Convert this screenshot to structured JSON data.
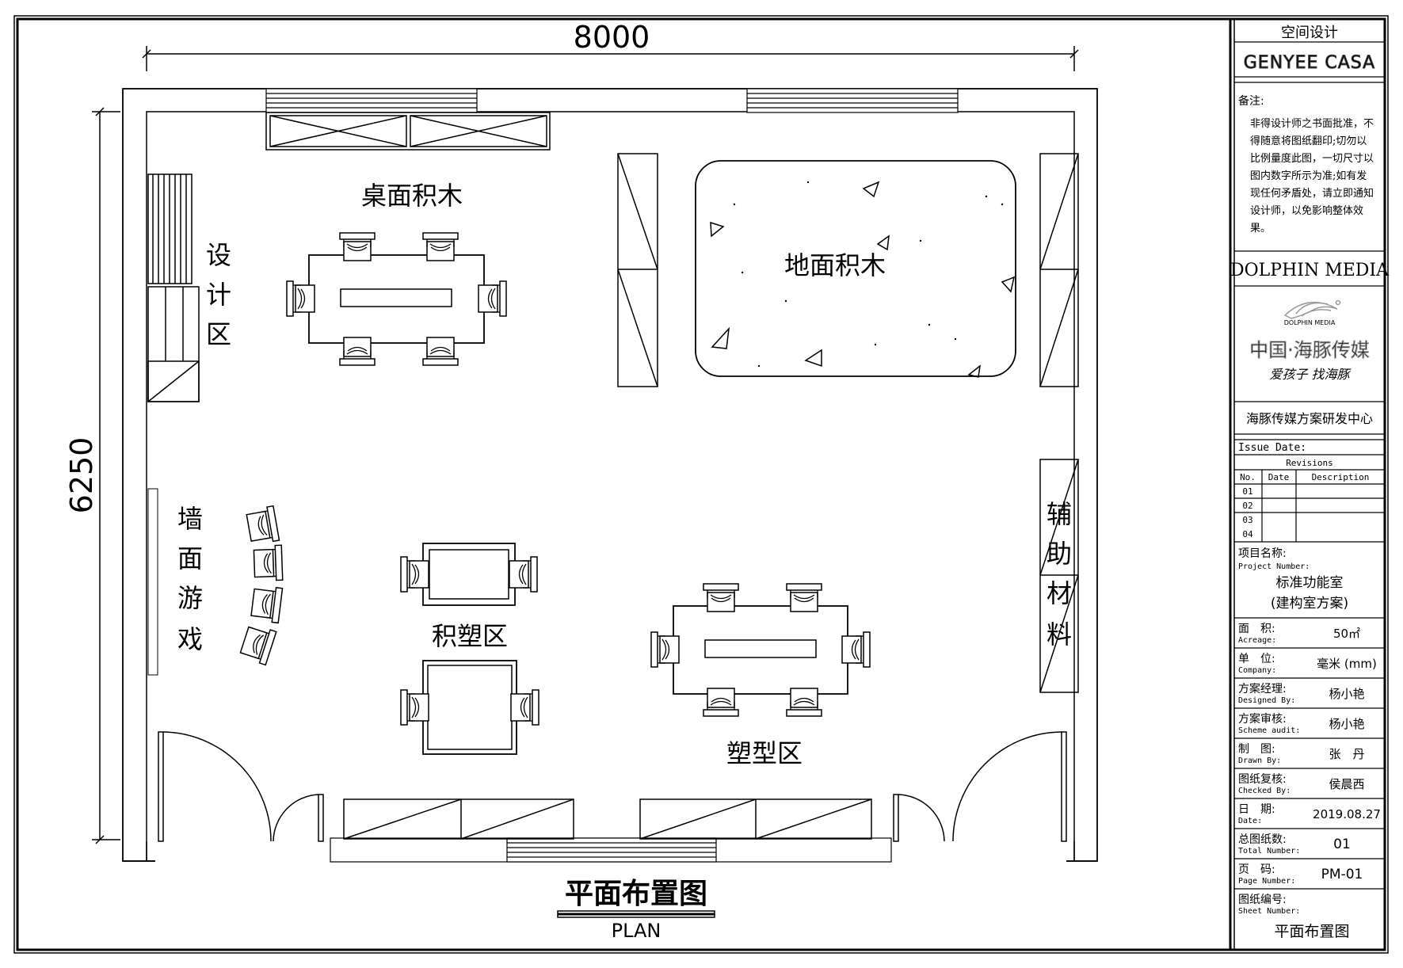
{
  "plan": {
    "dimension_width": "8000",
    "dimension_height": "6250",
    "title": "平面布置图",
    "subtitle": "PLAN",
    "zones": {
      "desk_blocks": "桌面积木",
      "floor_blocks": "地面积木",
      "design": [
        "设",
        "计",
        "区"
      ],
      "wall_game": [
        "墙",
        "面",
        "游",
        "戏"
      ],
      "plastic_building": "积塑区",
      "modeling": "塑型区",
      "aux_material": [
        "辅",
        "助",
        "材",
        "料"
      ]
    }
  },
  "title_block": {
    "header": "空间设计",
    "brand": "GENYEE CASA",
    "notes_label": "备注:",
    "notes_lines": [
      "非得设计师之书面批准，不",
      "得随意将图纸翻印;切勿以",
      "比例量度此图，一切尺寸以",
      "图内数字所示为准;如有发",
      "现任何矛盾处，请立即通知",
      "设计师，以免影响整体效",
      "果。"
    ],
    "company": "DOLPHIN MEDIA",
    "logo_small": "DOLPHIN MEDIA",
    "logo_cn": "中国·海豚传媒",
    "logo_slogan": "爱孩子 找海豚",
    "center": "海豚传媒方案研发中心",
    "issue_date_label": "Issue Date:",
    "revisions_label": "Revisions",
    "rev_headers": [
      "No.",
      "Date",
      "Description"
    ],
    "rev_rows": [
      "01",
      "02",
      "03",
      "04"
    ],
    "project_label_cn": "项目名称:",
    "project_label_en": "Project Number:",
    "project_name_1": "标准功能室",
    "project_name_2": "(建构室方案)",
    "fields": [
      {
        "cn": "面　积:",
        "en": "Acreage:",
        "value": "50㎡"
      },
      {
        "cn": "单　位:",
        "en": "Company:",
        "value": "毫米 (mm)"
      },
      {
        "cn": "方案经理:",
        "en": "Designed By:",
        "value": "杨小艳"
      },
      {
        "cn": "方案审核:",
        "en": "Scheme audit:",
        "value": "杨小艳"
      },
      {
        "cn": "制　图:",
        "en": "Drawn By:",
        "value": "张　丹"
      },
      {
        "cn": "图纸复核:",
        "en": "Checked By:",
        "value": "侯晨西"
      },
      {
        "cn": "日　期:",
        "en": "Date:",
        "value": "2019.08.27"
      },
      {
        "cn": "总图纸数:",
        "en": "Total Number:",
        "value": "01"
      },
      {
        "cn": "页　码:",
        "en": "Page Number:",
        "value": "PM-01"
      }
    ],
    "sheet_label_cn": "图纸编号:",
    "sheet_label_en": "Sheet Number:",
    "sheet_name": "平面布置图"
  }
}
